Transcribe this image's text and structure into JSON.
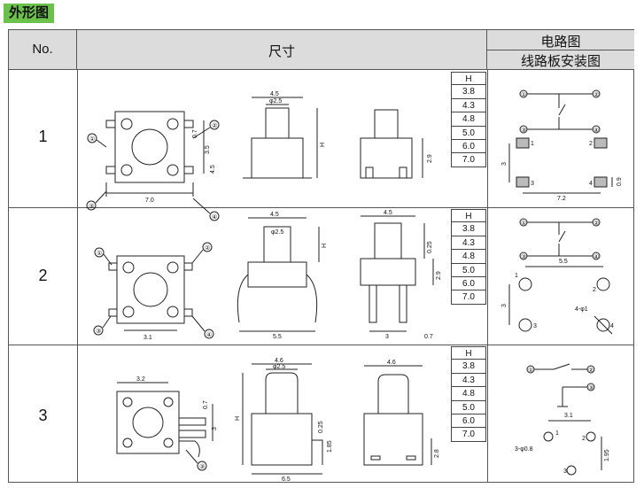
{
  "page_title": "外形图",
  "header": {
    "col_no": "No.",
    "col_dim": "尺寸",
    "col_pcb_line1": "电路图",
    "col_pcb_line2": "线路板安装图"
  },
  "rows": [
    {
      "no": "1",
      "heights": [
        "3.8",
        "4.3",
        "4.8",
        "5.0",
        "6.0",
        "7.0"
      ]
    },
    {
      "no": "2",
      "heights": [
        "3.8",
        "4.3",
        "4.8",
        "5.0",
        "6.0",
        "7.0"
      ]
    },
    {
      "no": "3",
      "heights": [
        "3.8",
        "4.3",
        "4.8",
        "5.0",
        "6.0",
        "7.0"
      ]
    }
  ],
  "height_header": "H",
  "labels": {
    "pin1": "①",
    "pin2": "②",
    "pin3": "③",
    "pin4": "④",
    "d_07": "0.7",
    "d_35": "3.5",
    "d_45": "4.5",
    "d_70": "7.0",
    "d_phi25": "φ2.5",
    "d_H": "H",
    "d_29": "2.9",
    "d_3": "3",
    "d_72": "7.2",
    "d_09": "0.9",
    "n1": "1",
    "n2": "2",
    "n3": "3",
    "n4": "4",
    "d_31": "3.1",
    "d_55": "5.5",
    "d_025": "0.25",
    "d_4phi1": "4-φ1",
    "d_32": "3.2",
    "d_46": "4.6",
    "d_185": "1.85",
    "d_65": "6.5",
    "d_28": "2.8",
    "d_3phi08": "3-φ0.8",
    "d_195": "1.95"
  }
}
